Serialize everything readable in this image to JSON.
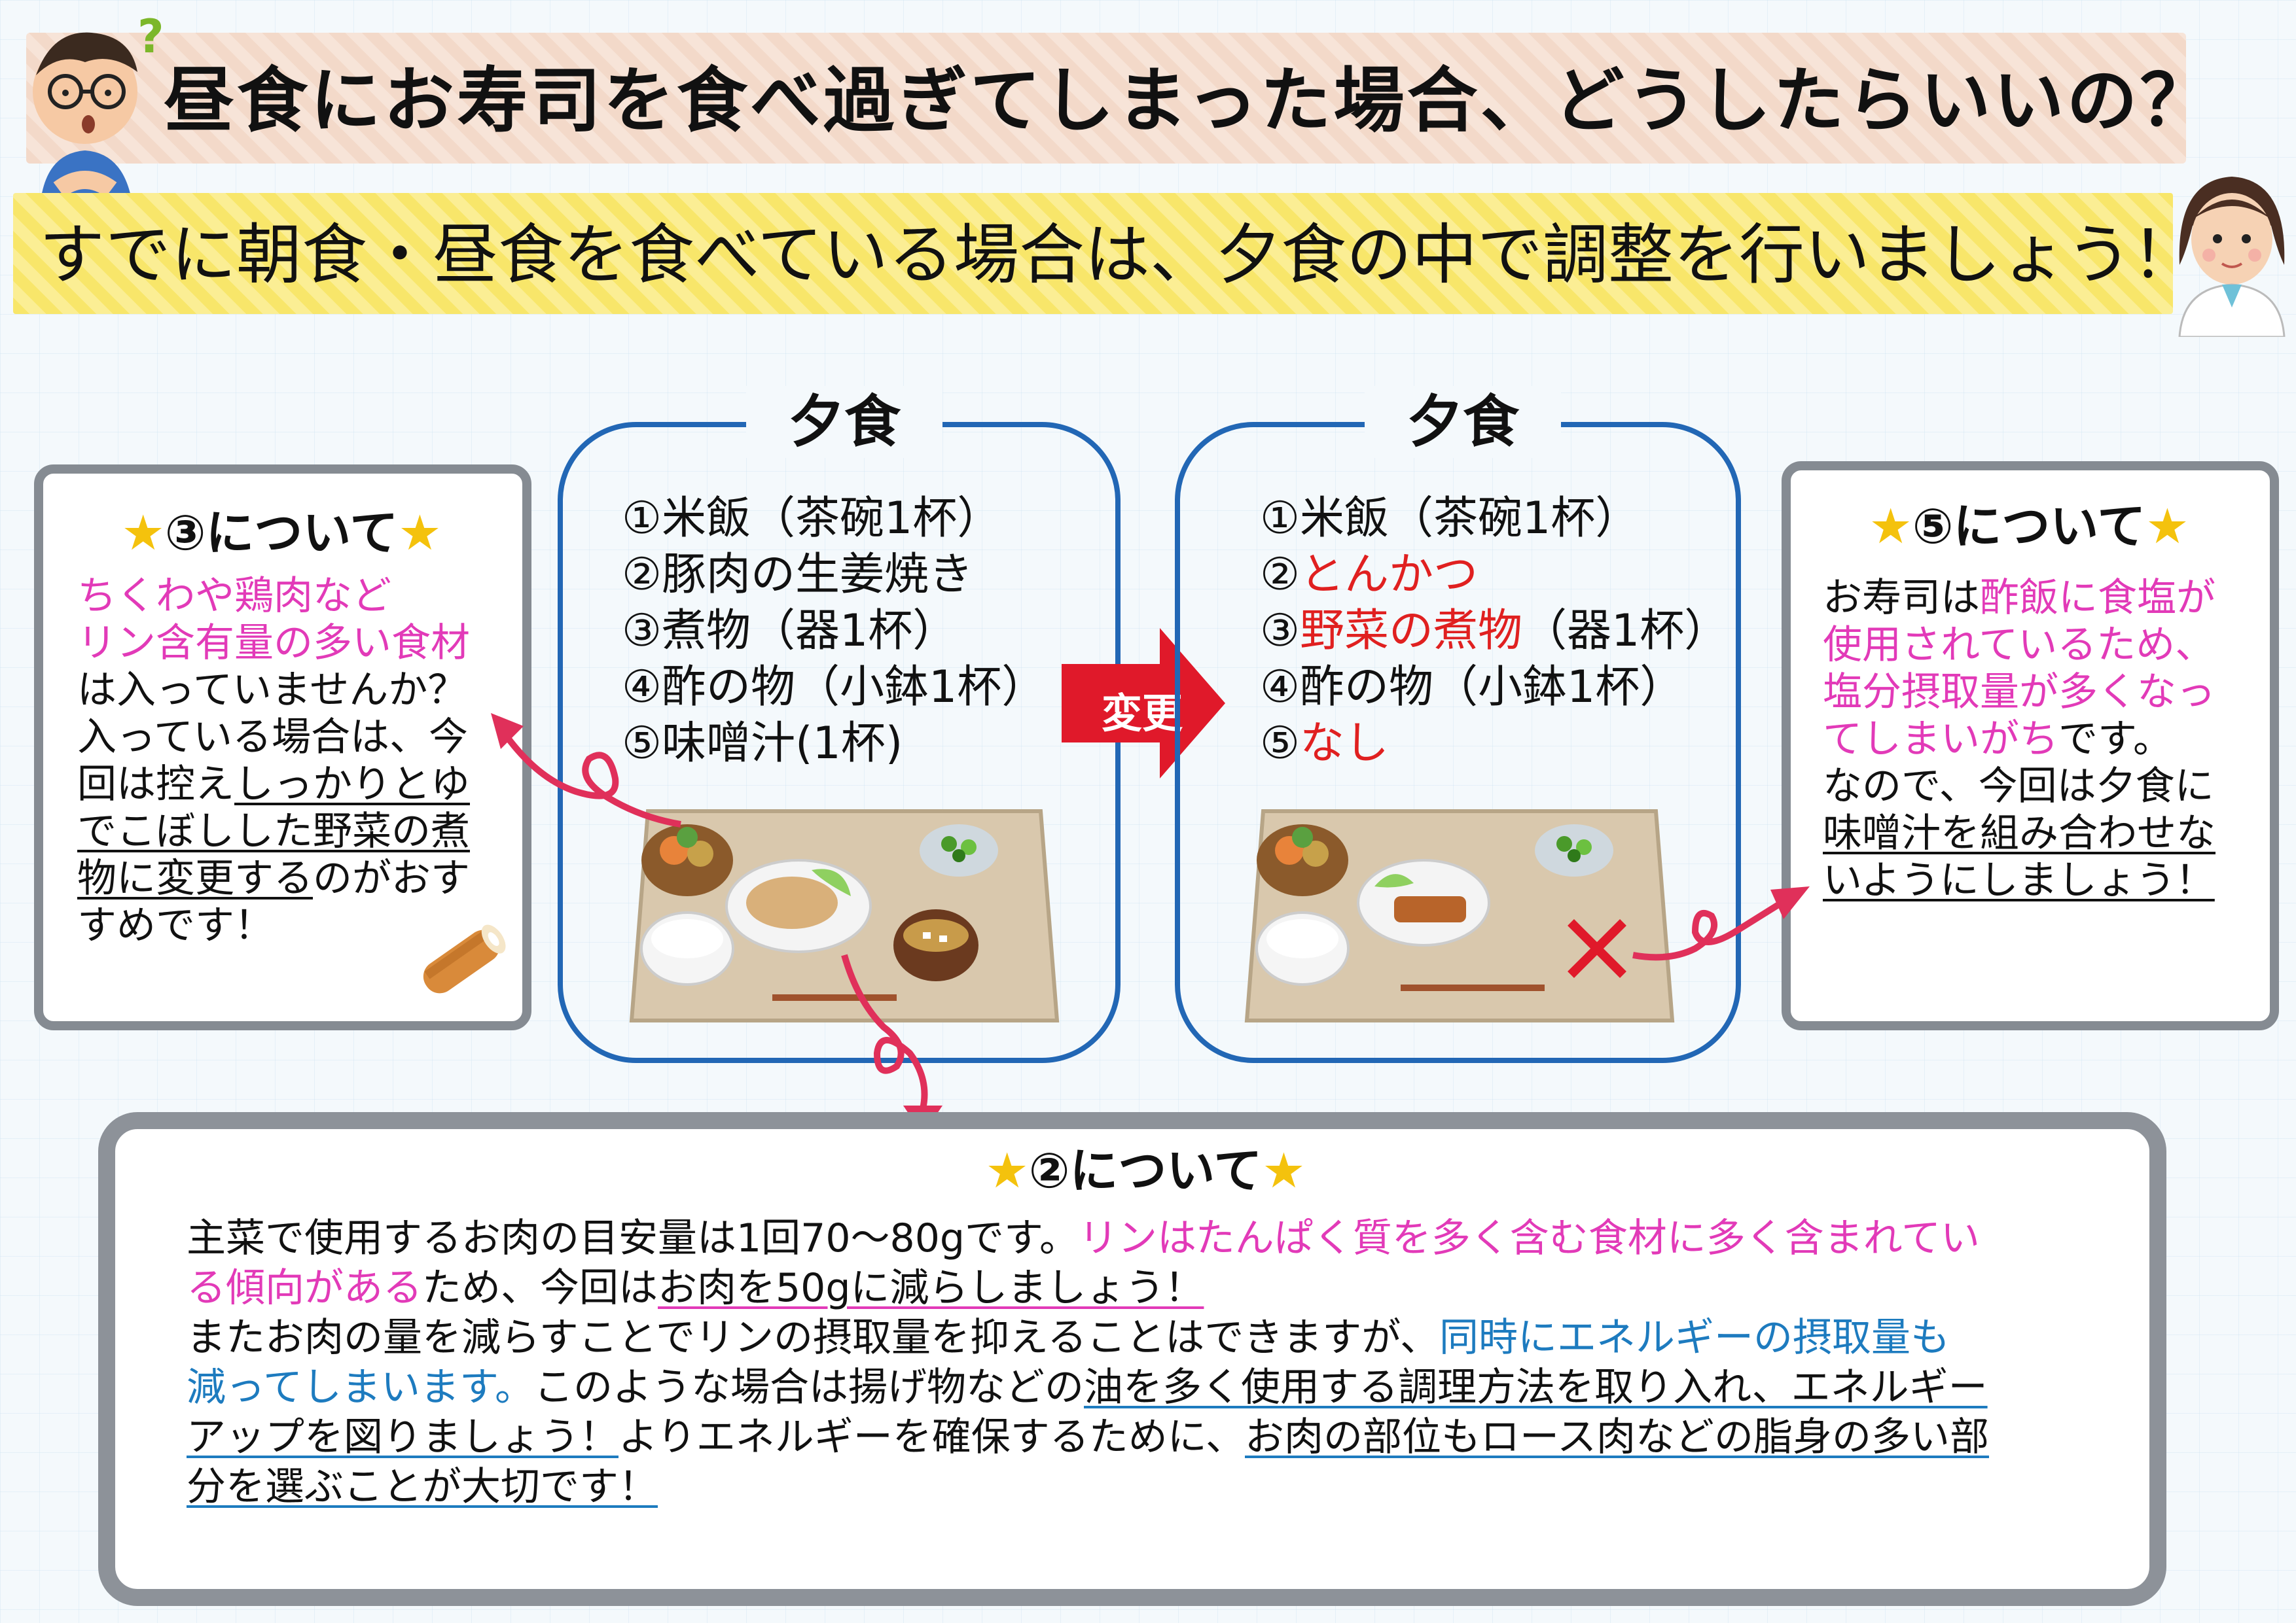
{
  "title": "昼食にお寿司を食べ過ぎてしまった場合、どうしたらいいの？",
  "subtitle": "すでに朝食・昼食を食べている場合は、夕食の中で調整を行いましょう！",
  "colors": {
    "pink_highlight": "#e23ab8",
    "blue_highlight": "#1d7bbf",
    "red_change": "#e02020",
    "frame_blue": "#2267b5",
    "box_gray": "#858b92",
    "star_yellow": "#f4c20d"
  },
  "dinner_before": {
    "label": "夕食",
    "items": [
      "①米飯（茶碗1杯）",
      "②豚肉の生姜焼き",
      "③煮物（器1杯）",
      "④酢の物（小鉢1杯）",
      "⑤味噌汁(1杯)"
    ]
  },
  "change_arrow": {
    "label": "変更"
  },
  "dinner_after": {
    "label": "夕食",
    "item1": "①米飯（茶碗1杯）",
    "item2_prefix": "②",
    "item2_changed": "とんかつ",
    "item3_prefix": "③",
    "item3_changed": "野菜の煮物",
    "item3_suffix": "（器1杯）",
    "item4": "④酢の物（小鉢1杯）",
    "item5_prefix": "⑤",
    "item5_changed": "なし"
  },
  "box3": {
    "title": "③について",
    "pink_line1": "ちくわや鶏肉など",
    "pink_line2": "リン含有量の多い食材",
    "line3": "は入っていませんか？",
    "line4": "入っている場合は、今",
    "line5a": "回は控え",
    "line5b": "しっかりとゆ",
    "line6": "でこぼしした野菜の煮",
    "line7a": "物に変更する",
    "line7b": "のがおす",
    "line8": "すめです！"
  },
  "box5": {
    "title": "⑤について",
    "t1": "お寿司は",
    "p1": "酢飯に食塩が",
    "p2": "使用されているため、",
    "p3": "塩分摂取量が多くなっ",
    "p4": "てしまいがち",
    "t2": "です。",
    "t3": "なので、今回は夕食に",
    "u1": "味噌汁を組み合わせな",
    "u2": "いようにしましょう！"
  },
  "box2": {
    "title": "②について",
    "s1": "主菜で使用するお肉の目安量は1回70～80gです。",
    "s2_pink": "リンはたんぱく質を多く含む食材に多く含まれてい",
    "s3_pink": "る傾向がある",
    "s4": "ため、今回は",
    "s5_ul": "お肉を50gに減らしましょう！",
    "s6": "またお肉の量を減らすことでリンの摂取量を抑えることはできますが、",
    "s7_blue": "同時にエネルギーの摂取量も",
    "s8_blue": "減ってしまいます。",
    "s9": "このような場合は揚げ物などの",
    "s10_ul": "油を多く使用する調理方法を取り入れ、エネルギー",
    "s11_ul": "アップを図りましょう！",
    "s12": "よりエネルギーを確保するために、",
    "s13_ul": "お肉の部位もロース肉などの脂身の多い部",
    "s14_ul": "分を選ぶことが大切です！"
  }
}
